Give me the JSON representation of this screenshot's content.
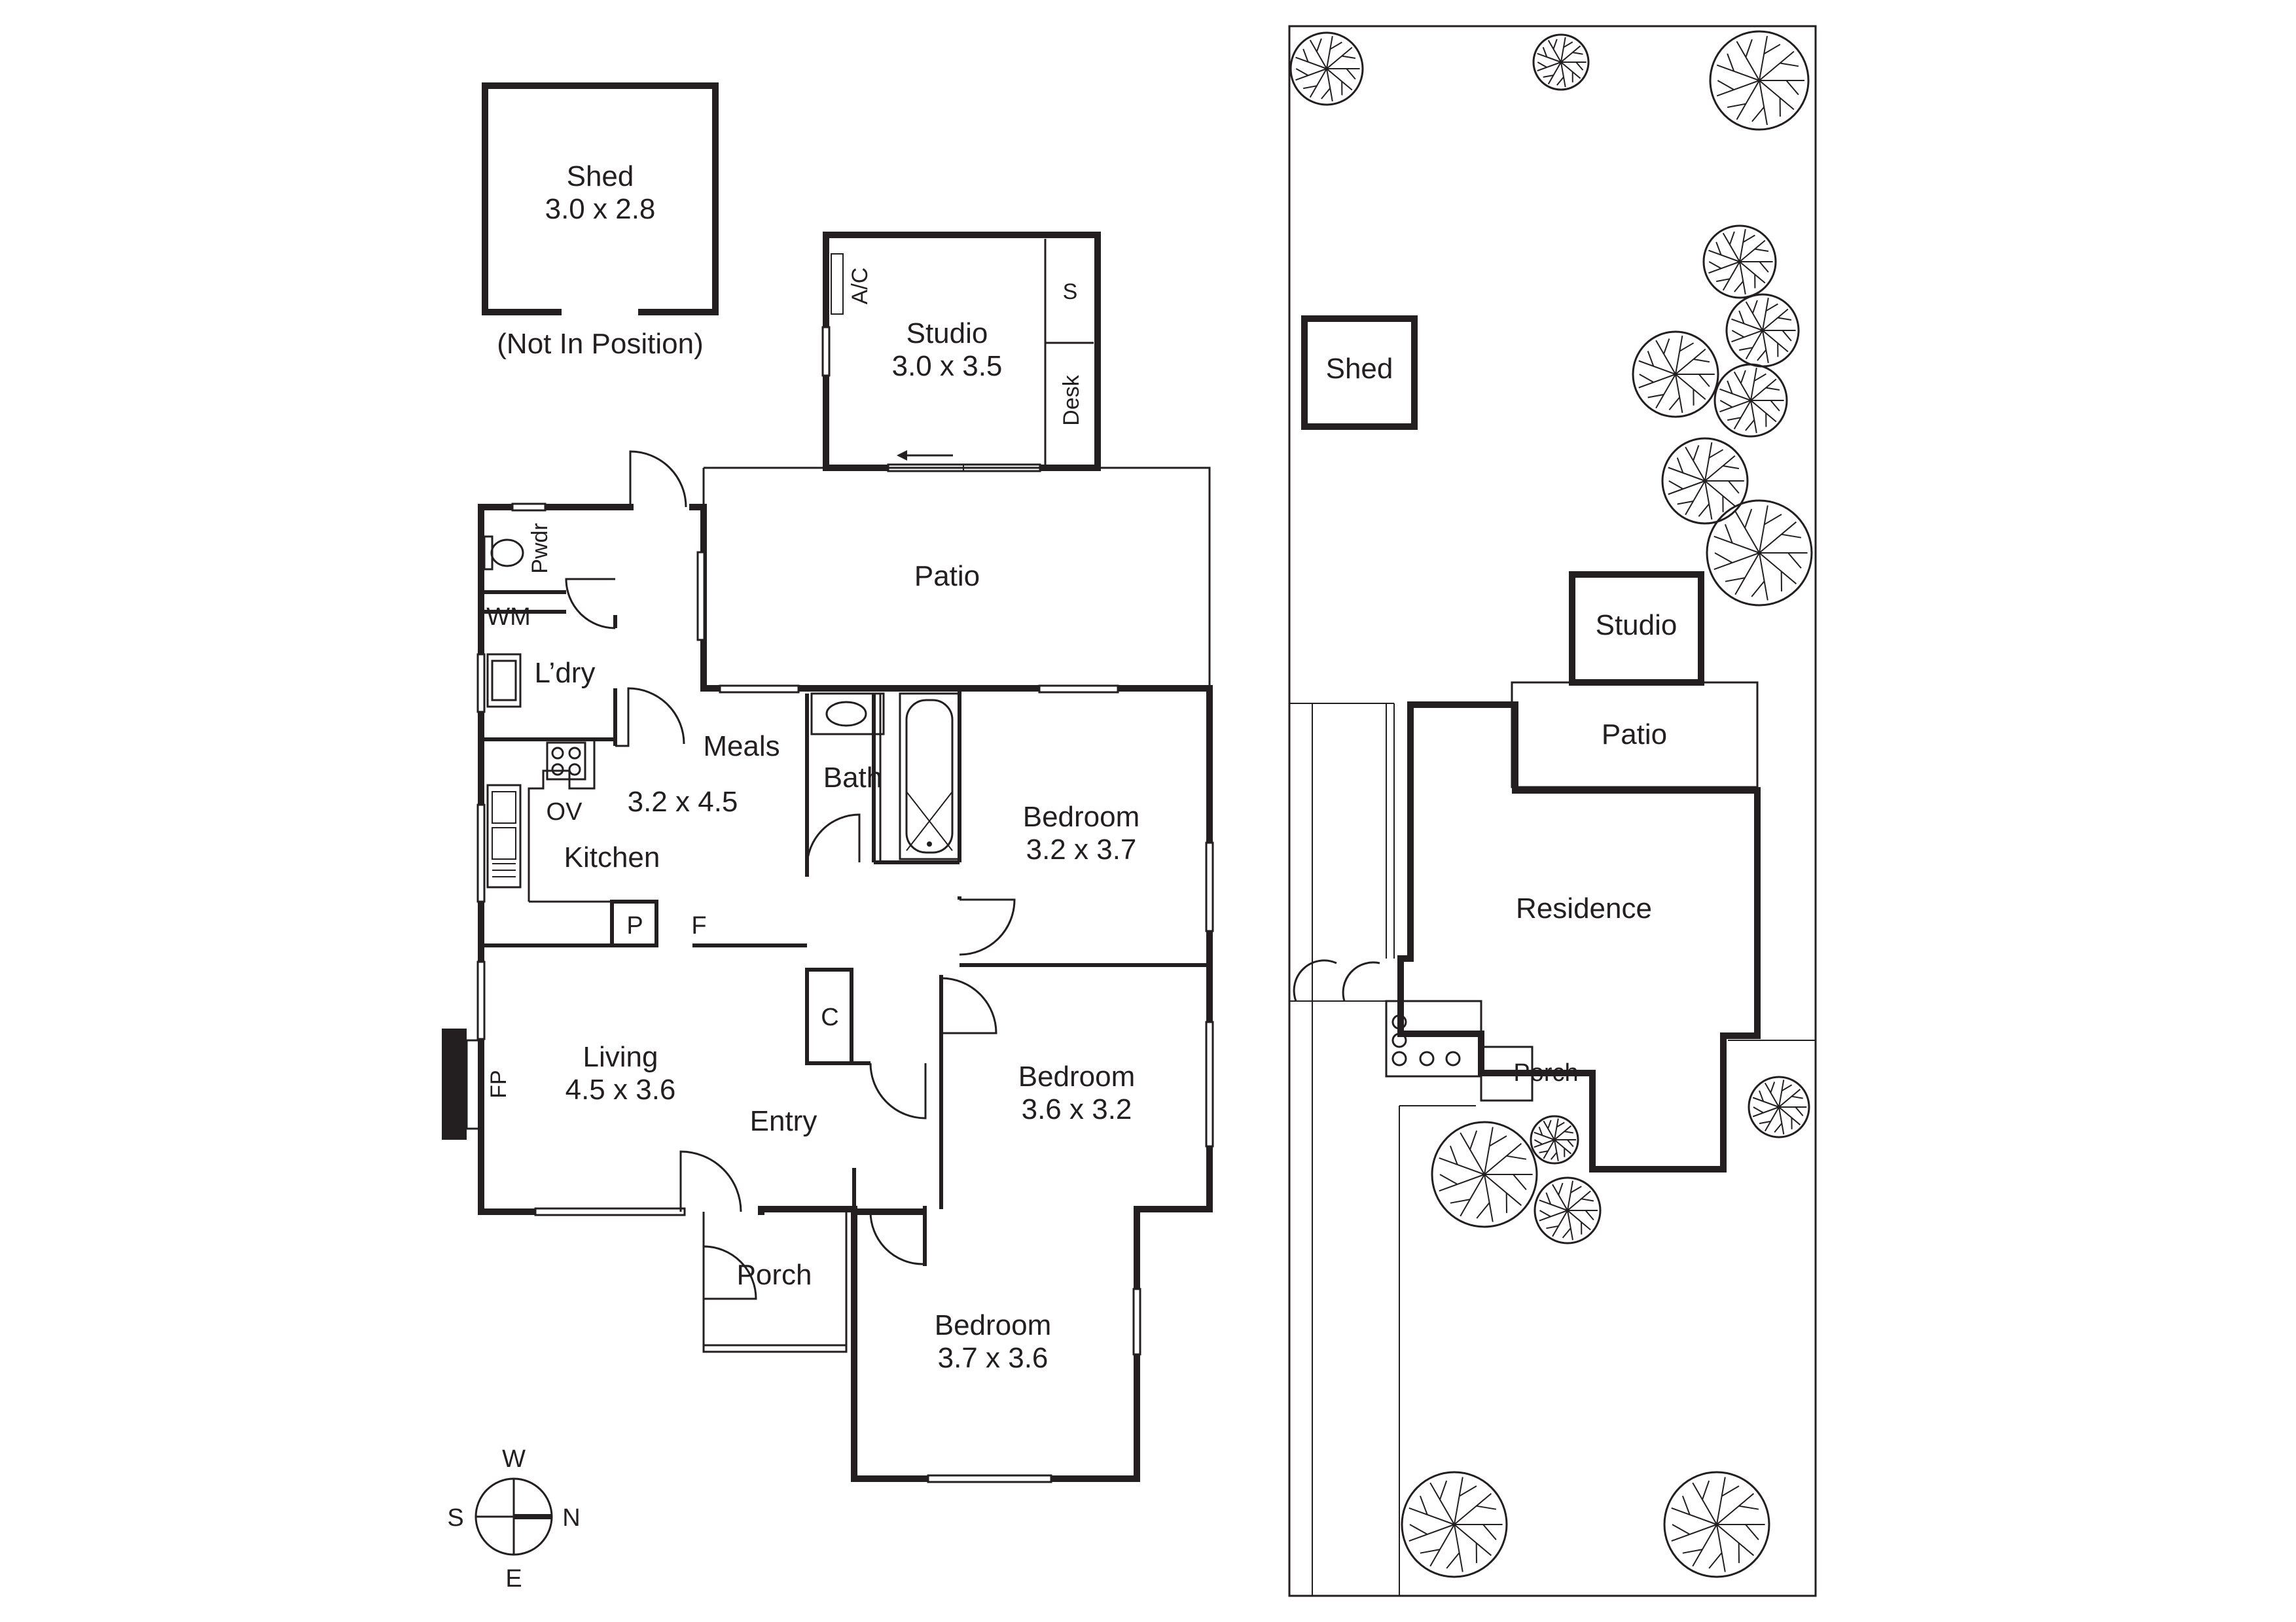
{
  "floor_plan": {
    "shed": {
      "name": "Shed",
      "size": "3.0 x 2.8",
      "note": "(Not In Position)"
    },
    "studio": {
      "name": "Studio",
      "size": "3.0 x 3.5",
      "ac": "A/C",
      "storage": "S",
      "desk": "Desk"
    },
    "patio": {
      "name": "Patio"
    },
    "powder": {
      "name": "Pwdr"
    },
    "wm": {
      "name": "WM"
    },
    "laundry": {
      "name": "L’dry"
    },
    "meals": {
      "name": "Meals",
      "size": "3.2 x 4.5"
    },
    "oven": {
      "name": "OV"
    },
    "kitchen": {
      "name": "Kitchen"
    },
    "pantry": {
      "name": "P"
    },
    "fridge": {
      "name": "F"
    },
    "bath": {
      "name": "Bath"
    },
    "bedroom1": {
      "name": "Bedroom",
      "size": "3.2 x 3.7"
    },
    "bedroom2": {
      "name": "Bedroom",
      "size": "3.6 x 3.2"
    },
    "bedroom3": {
      "name": "Bedroom",
      "size": "3.7 x 3.6"
    },
    "cupboard": {
      "name": "C"
    },
    "living": {
      "name": "Living",
      "size": "4.5 x 3.6"
    },
    "fireplace": {
      "name": "FP"
    },
    "entry": {
      "name": "Entry"
    },
    "porch": {
      "name": "Porch"
    }
  },
  "compass": {
    "north": "N",
    "south": "S",
    "east": "E",
    "west": "W"
  },
  "site_plan": {
    "shed": "Shed",
    "studio": "Studio",
    "patio": "Patio",
    "residence": "Residence",
    "porch": "Porch"
  },
  "colors": {
    "line": "#231f20",
    "background": "#ffffff"
  },
  "icons": [
    "compass-icon",
    "tree-icon",
    "toilet-icon",
    "sink-icon",
    "cooktop-icon",
    "bathtub-icon",
    "fireplace-icon",
    "door-swing-icon",
    "window-icon"
  ]
}
